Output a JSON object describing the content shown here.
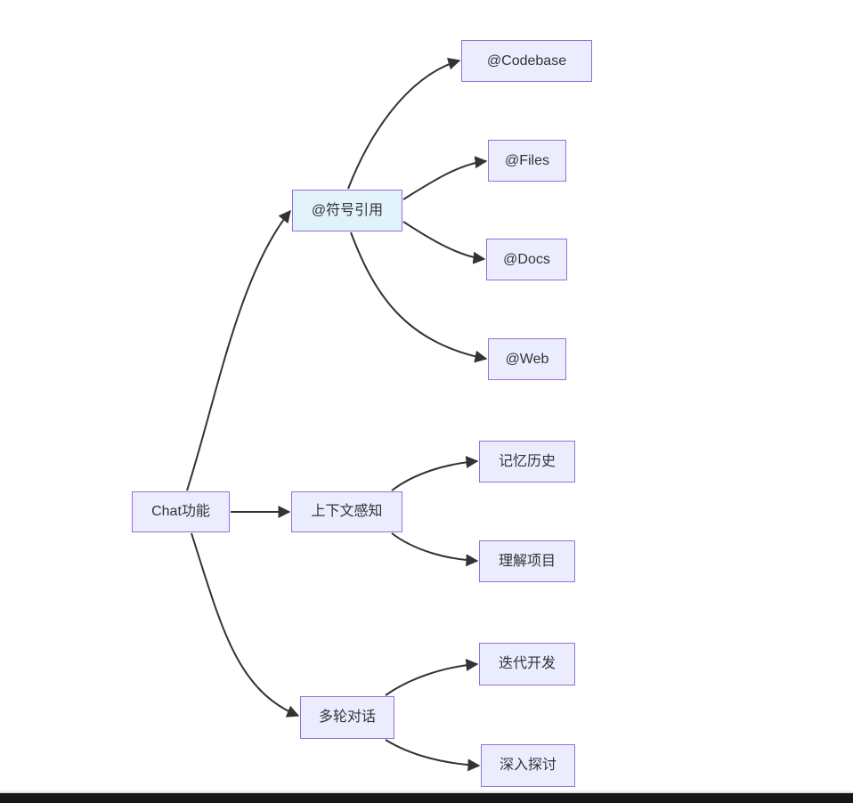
{
  "diagram": {
    "type": "flowchart-lr",
    "root": {
      "id": "root",
      "label": "Chat功能"
    },
    "branches": [
      {
        "id": "b0",
        "label": "@符号引用",
        "highlighted": true,
        "children": [
          {
            "id": "c00",
            "label": "@Codebase"
          },
          {
            "id": "c01",
            "label": "@Files"
          },
          {
            "id": "c02",
            "label": "@Docs"
          },
          {
            "id": "c03",
            "label": "@Web"
          }
        ]
      },
      {
        "id": "b1",
        "label": "上下文感知",
        "highlighted": false,
        "children": [
          {
            "id": "c10",
            "label": "记忆历史"
          },
          {
            "id": "c11",
            "label": "理解项目"
          }
        ]
      },
      {
        "id": "b2",
        "label": "多轮对话",
        "highlighted": false,
        "children": [
          {
            "id": "c20",
            "label": "迭代开发"
          },
          {
            "id": "c21",
            "label": "深入探讨"
          }
        ]
      }
    ],
    "edges": [
      {
        "from": "root",
        "to": "b0"
      },
      {
        "from": "root",
        "to": "b1"
      },
      {
        "from": "root",
        "to": "b2"
      },
      {
        "from": "b0",
        "to": "c00"
      },
      {
        "from": "b0",
        "to": "c01"
      },
      {
        "from": "b0",
        "to": "c02"
      },
      {
        "from": "b0",
        "to": "c03"
      },
      {
        "from": "b1",
        "to": "c10"
      },
      {
        "from": "b1",
        "to": "c11"
      },
      {
        "from": "b2",
        "to": "c20"
      },
      {
        "from": "b2",
        "to": "c21"
      }
    ],
    "colors": {
      "node_fill": "#ECECFF",
      "node_border": "#9370DB",
      "highlight_fill": "#E1F2FB",
      "edge": "#333333",
      "text": "#333333",
      "background": "#FFFFFF",
      "bottom_bar": "#171717"
    }
  }
}
